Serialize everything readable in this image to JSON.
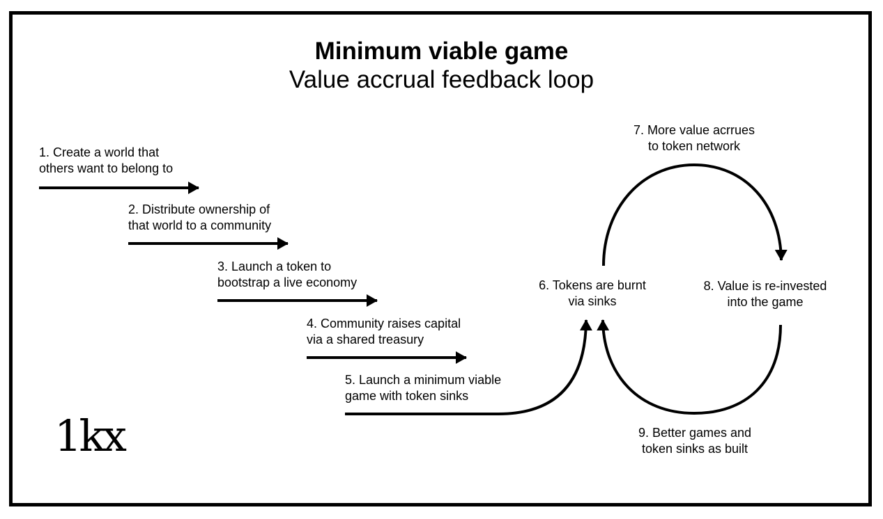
{
  "title": "Minimum viable game",
  "subtitle": "Value accrual feedback loop",
  "logo": "1kx",
  "steps": [
    {
      "line1": "1. Create a world that",
      "line2": "others want to belong to"
    },
    {
      "line1": "2. Distribute ownership of",
      "line2": "that world to a community"
    },
    {
      "line1": "3. Launch a token to",
      "line2": "bootstrap a live economy"
    },
    {
      "line1": "4. Community raises capital",
      "line2": "via a shared treasury"
    },
    {
      "line1": "5. Launch a minimum viable",
      "line2": "game with token sinks"
    },
    {
      "line1": "6. Tokens are burnt",
      "line2": "via sinks"
    },
    {
      "line1": "7. More value acrrues",
      "line2": "to token network"
    },
    {
      "line1": "8. Value is re-invested",
      "line2": "into the game"
    },
    {
      "line1": "9. Better games and",
      "line2": "token sinks as built"
    }
  ],
  "colors": {
    "ink": "#000000",
    "background": "#ffffff"
  }
}
